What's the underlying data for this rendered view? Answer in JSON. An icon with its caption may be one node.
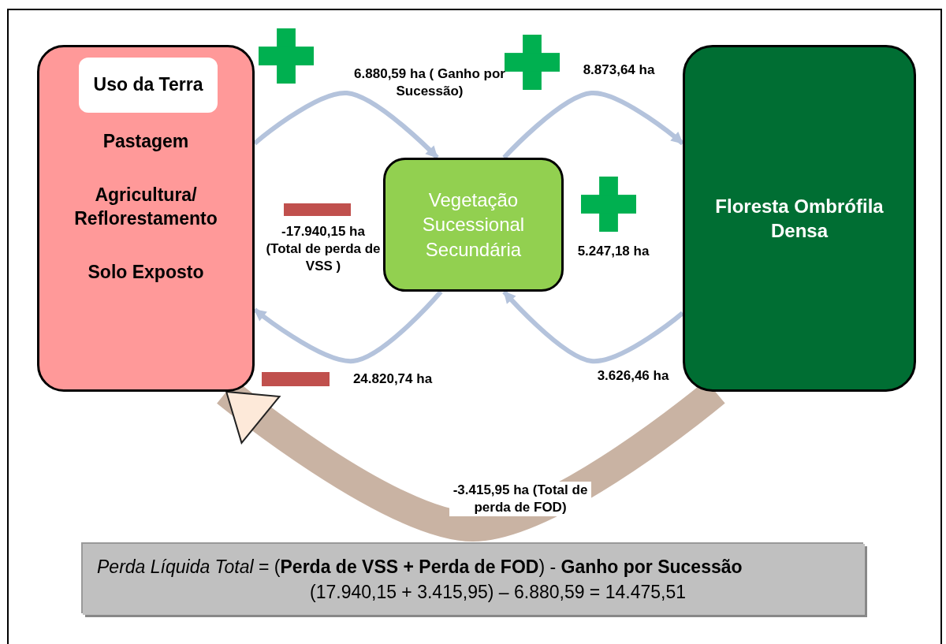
{
  "diagram": {
    "nodes": [
      {
        "text": [
          "Pastagem",
          "Agricultura/ Reflorestamento",
          "Solo Exposto"
        ]
      },
      {
        "text": [
          "Uso da Terra"
        ],
        "in": 0
      },
      {
        "text": [
          "Vegetação Sucessional Secundária"
        ]
      },
      {
        "text": [
          "Floresta Ombrófila Densa"
        ]
      },
      {
        "text": [
          "*Perda Líquida Total* = (**Perda de VSS + Perda de FOD**) - **Ganho por Sucessão**",
          "(17.940,15 + 3.415,95) – 6.880,59 = 14.475,51"
        ]
      }
    ],
    "edges": [
      {
        "from": 0,
        "to": 2,
        "arrow": "to",
        "label": "6.880,59 ha ( Ganho por Sucessão)"
      },
      {
        "from": 2,
        "to": 3,
        "arrow": "to",
        "label": "8.873,64 ha"
      },
      {
        "from": 2,
        "to": 0,
        "arrow": "to",
        "label": "24.820,74 ha"
      },
      {
        "from": 3,
        "to": 2,
        "arrow": "to",
        "label": "3.626,46 ha"
      },
      {
        "from": 3,
        "to": 0,
        "arrow": "to",
        "label": "-3.415,95 ha (Total de perda de FOD)",
        "style": "thick",
        "color": "#c9b3a3"
      }
    ],
    "labels": [
      "-17.940,15 ha (Total de perda de VSS )",
      "5.247,18 ha"
    ]
  }
}
